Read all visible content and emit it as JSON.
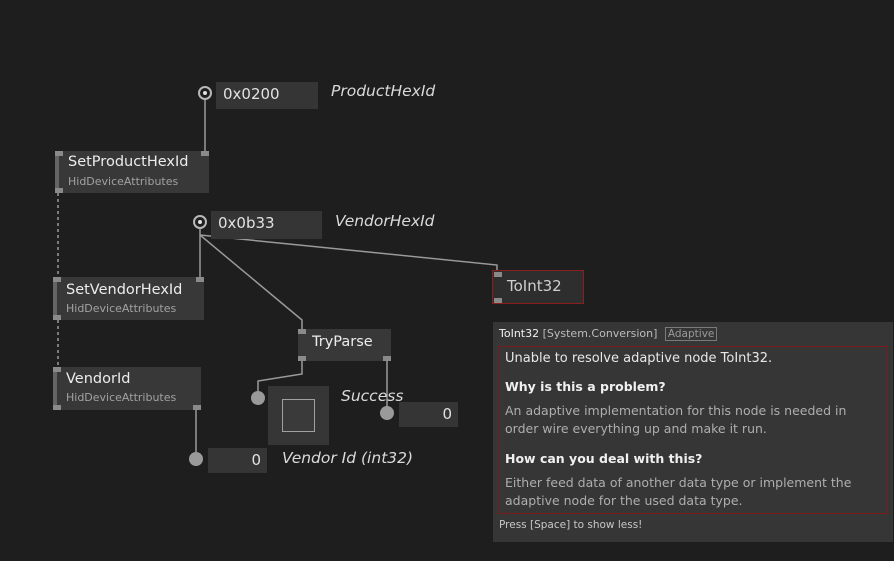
{
  "canvas": {
    "background": "#1e1e1e"
  },
  "product_hex": {
    "value": "0x0200",
    "label": "ProductHexId"
  },
  "vendor_hex": {
    "value": "0x0b33",
    "label": "VendorHexId"
  },
  "nodes": {
    "set_product": {
      "title": "SetProductHexId",
      "category": "HidDeviceAttributes"
    },
    "set_vendor": {
      "title": "SetVendorHexId",
      "category": "HidDeviceAttributes"
    },
    "vendor_id": {
      "title": "VendorId",
      "category": "HidDeviceAttributes"
    },
    "try_parse": {
      "title": "TryParse"
    },
    "to_int32": {
      "title": "ToInt32"
    }
  },
  "vendor_int": {
    "value": "0",
    "label": "Vendor Id (int32)"
  },
  "success": {
    "value": "0",
    "label": "Success"
  },
  "tooltip": {
    "name": "ToInt32",
    "namespace": "[System.Conversion]",
    "tag": "Adaptive",
    "message": "Unable to resolve adaptive node ToInt32.",
    "q1": "Why is this a problem?",
    "a1_line1": "An adaptive implementation for this node is needed in",
    "a1_line2": "order wire everything up and make it run.",
    "q2": "How can you deal with this?",
    "a2_line1": "Either feed data of another data type or implement the",
    "a2_line2": "adaptive node for the used data type.",
    "footer": "Press [Space] to show less!"
  },
  "colors": {
    "error": "#8a1e1e",
    "node": "#383838",
    "wire": "#9a9a9a"
  }
}
